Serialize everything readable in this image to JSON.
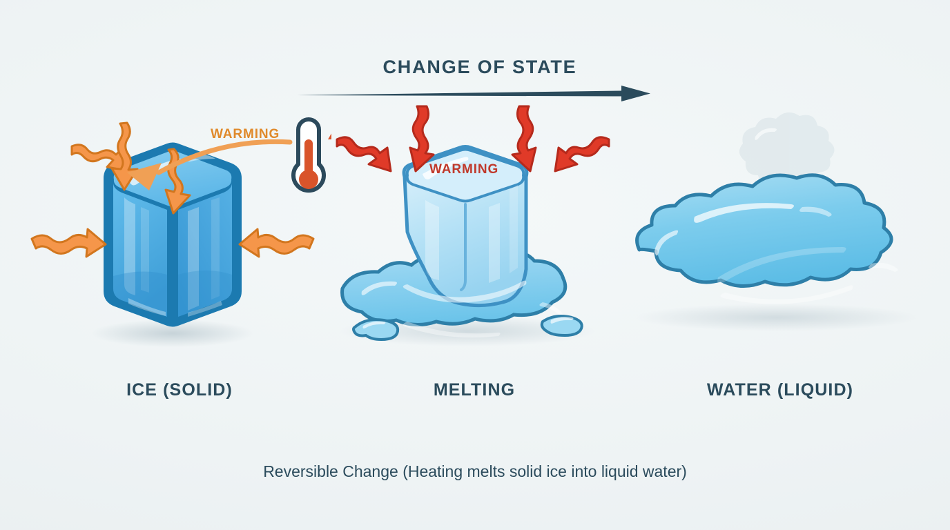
{
  "diagram": {
    "title": "CHANGE OF STATE",
    "caption": "Reversible Change (Heating melts solid ice into liquid water)",
    "background_color": "#eef3f4",
    "title_color": "#2b4b5c",
    "arrow_color": "#2b4b5c"
  },
  "stages": [
    {
      "id": "ice",
      "label": "ICE (SOLID)",
      "state": "solid",
      "icon": "ice-cube-icon",
      "fill_color": "#4fa9de",
      "outline_color": "#1c7ab0"
    },
    {
      "id": "melting",
      "label": "MELTING",
      "state": "transition",
      "icon": "melting-ice-cube-icon",
      "fill_color": "#9fd6f0",
      "outline_color": "#3e91c4"
    },
    {
      "id": "water",
      "label": "WATER (LIQUID)",
      "state": "liquid",
      "icon": "water-puddle-icon",
      "fill_color": "#7fd0f0",
      "outline_color": "#2e7fa8"
    }
  ],
  "heat_indicators": [
    {
      "id": "warming-left",
      "label": "WARMING",
      "color": "#e08a2b",
      "arrow_fill": "#f5964a",
      "arrow_outline": "#d2761e",
      "arrow_count": 5,
      "target_stage": "ice"
    },
    {
      "id": "warming-right",
      "label": "WARMING",
      "color": "#c0392b",
      "arrow_fill": "#e03a28",
      "arrow_outline": "#b52a1c",
      "arrow_count": 4,
      "target_stage": "melting"
    }
  ],
  "thermometer": {
    "name": "thermometer-icon",
    "outline_color": "#2c4a5c",
    "mercury_color": "#d9542b",
    "trend": "rising",
    "trend_arrow_color": "#d9542b"
  },
  "vapor": {
    "name": "vapor-cloud-icon",
    "color": "#dde7ea"
  }
}
